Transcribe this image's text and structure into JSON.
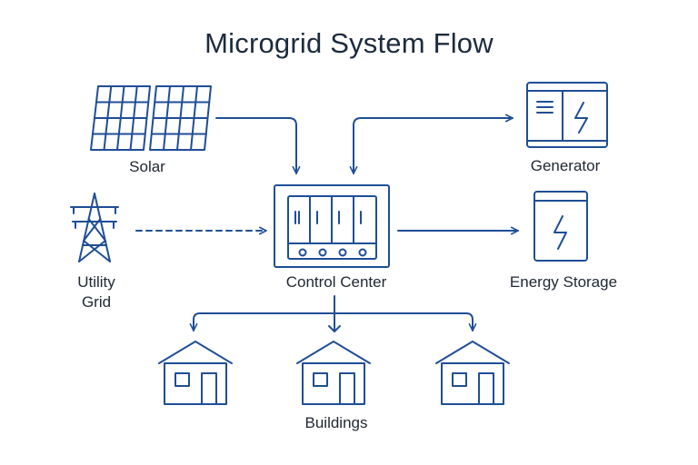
{
  "title": "Microgrid System Flow",
  "colors": {
    "stroke": "#1f4e96",
    "text": "#1e2733",
    "title": "#1c2b3e"
  },
  "nodes": {
    "solar": {
      "label": "Solar",
      "icon": "solar-panel-icon"
    },
    "utility_grid": {
      "label_line1": "Utility",
      "label_line2": "Grid",
      "icon": "transmission-tower-icon"
    },
    "control_center": {
      "label": "Control Center",
      "icon": "control-cabinet-icon"
    },
    "generator": {
      "label": "Generator",
      "icon": "generator-icon"
    },
    "energy_storage": {
      "label": "Energy Storage",
      "icon": "battery-icon"
    },
    "buildings": {
      "label": "Buildings",
      "icon": "house-icon",
      "count": 3
    }
  },
  "edges": [
    {
      "from": "solar",
      "to": "control_center",
      "style": "solid"
    },
    {
      "from": "utility_grid",
      "to": "control_center",
      "style": "dashed"
    },
    {
      "from": "generator",
      "to": "control_center",
      "style": "solid",
      "bidirectional": true
    },
    {
      "from": "control_center",
      "to": "energy_storage",
      "style": "solid"
    },
    {
      "from": "control_center",
      "to": "buildings",
      "style": "solid"
    }
  ]
}
